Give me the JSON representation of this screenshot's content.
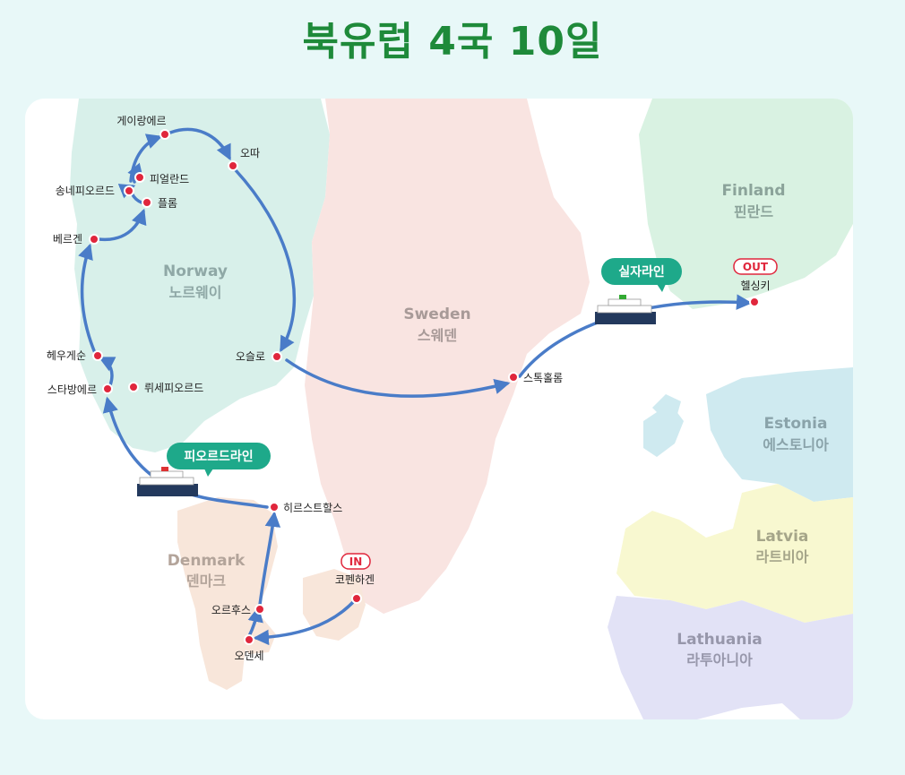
{
  "title": "북유럽 4국 10일",
  "countries": {
    "norway": {
      "en": "Norway",
      "ko": "노르웨이",
      "color": "#d8f0ea",
      "text": "#8fa8a6"
    },
    "sweden": {
      "en": "Sweden",
      "ko": "스웨덴",
      "color": "#f9e4e1",
      "text": "#a89a98"
    },
    "finland": {
      "en": "Finland",
      "ko": "핀란드",
      "color": "#d9f2e2",
      "text": "#8ba39a"
    },
    "estonia": {
      "en": "Estonia",
      "ko": "에스토니아",
      "color": "#cfeaf0",
      "text": "#8aa3aa"
    },
    "latvia": {
      "en": "Latvia",
      "ko": "라트비아",
      "color": "#f8f8d0",
      "text": "#a5a589"
    },
    "lithuania": {
      "en": "Lathuania",
      "ko": "라투아니아",
      "color": "#e2e2f6",
      "text": "#9797ab"
    },
    "denmark": {
      "en": "Denmark",
      "ko": "덴마크",
      "color": "#f8e6da",
      "text": "#b3a49a"
    }
  },
  "cities": {
    "geirangerfjord": "게이랑에르",
    "otta": "오따",
    "fjaerland": "피얼란드",
    "sognefjord": "송네피오르드",
    "flam": "플롬",
    "bergen": "베르겐",
    "haugesund": "헤우게순",
    "lysefjord": "뤼세피오르드",
    "stavanger": "스타방에르",
    "oslo": "오슬로",
    "stockholm": "스톡홀롬",
    "helsinki": "헬싱키",
    "hirtshals": "히르스트할스",
    "aarhus": "오르후스",
    "odense": "오덴세",
    "copenhagen": "코펜하겐"
  },
  "ferries": {
    "silja": "실자라인",
    "fjord": "피오르드라인"
  },
  "markers": {
    "in": "IN",
    "out": "OUT"
  },
  "colors": {
    "title": "#1e8a3a",
    "route": "#4a7cc8",
    "city_dot": "#e0263c",
    "ferry_badge": "#1ea98a",
    "water": "#ffffff",
    "page_bg": "#e8f8f8"
  }
}
